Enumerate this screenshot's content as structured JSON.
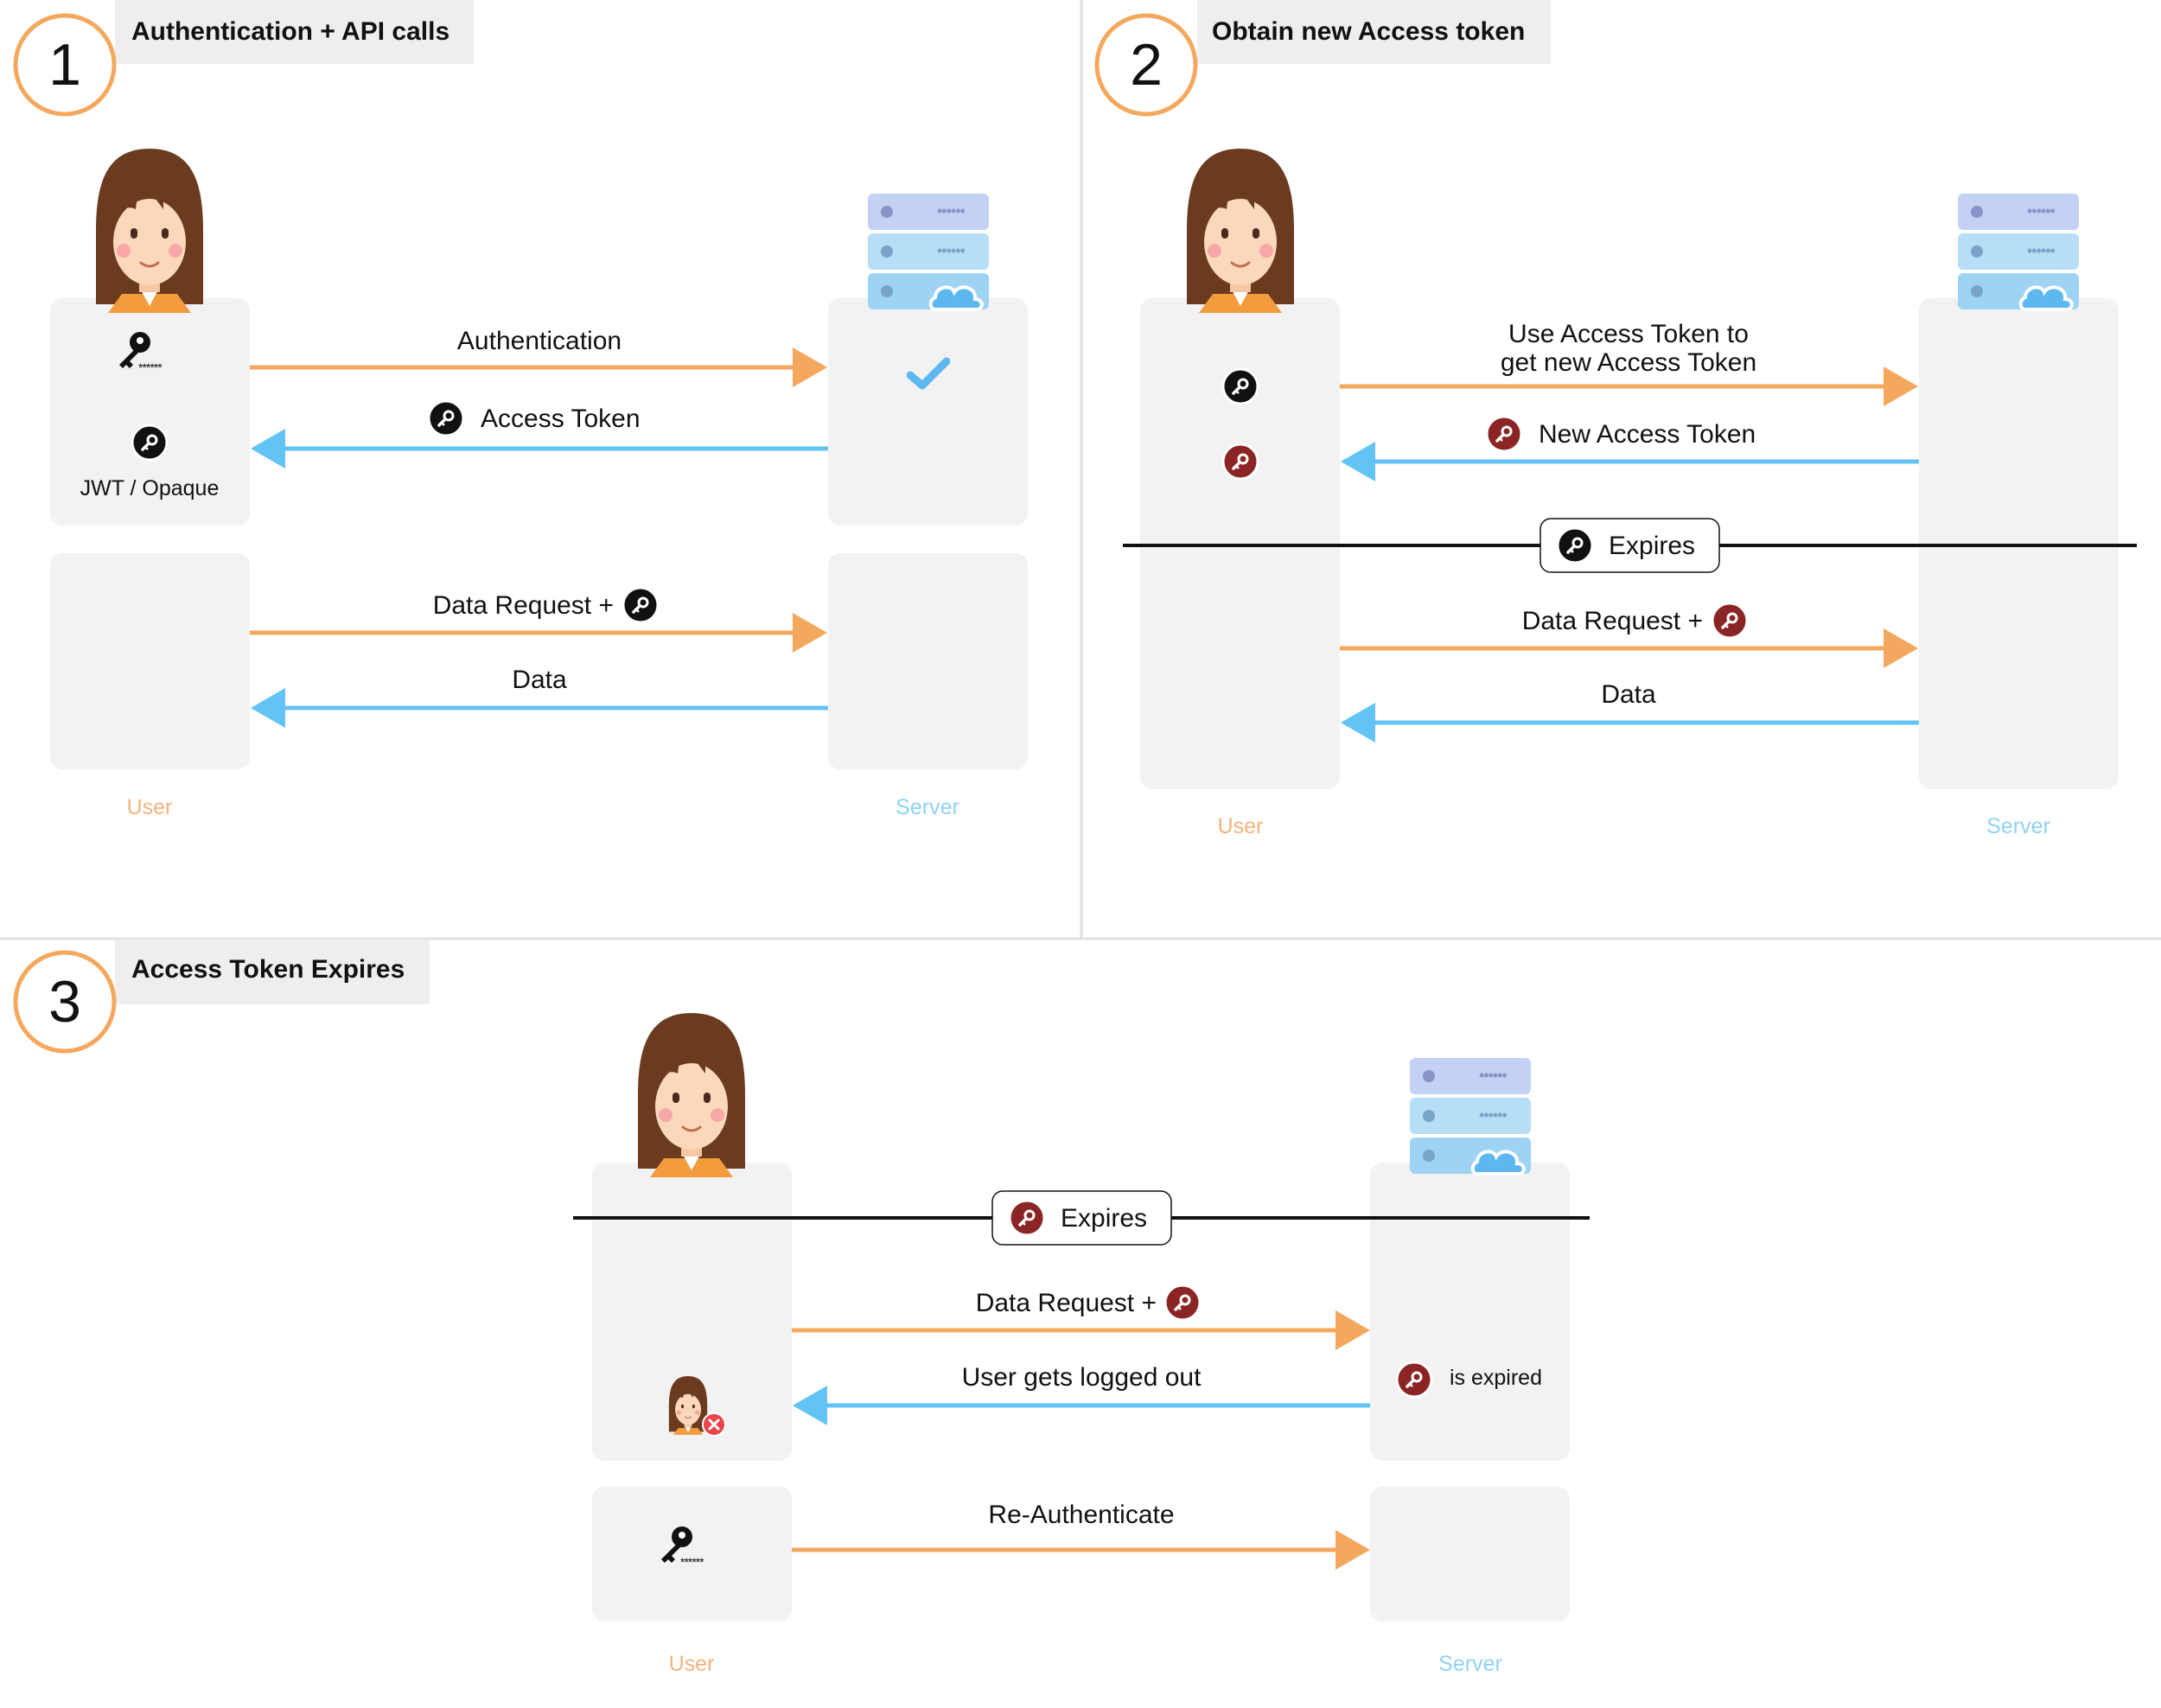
{
  "colors": {
    "request": "#f4a85e",
    "response": "#64c3f5",
    "lane": "#f2f2f2",
    "title_bg": "#eeeeee",
    "step_ring": "#f4a85e",
    "token_active": "#111111",
    "token_new": "#8b2525",
    "user_label": "#f4b27c",
    "server_label": "#8fd3f5",
    "divider": "#e0e0e0",
    "error_badge": "#e8454a"
  },
  "icons": [
    "woman-avatar-icon",
    "server-stack-icon",
    "cloud-icon",
    "key-password-icon",
    "token-icon",
    "checkmark-icon",
    "logout-x-icon"
  ],
  "section1": {
    "number": "1",
    "title": "Authentication + API calls",
    "token_type": "JWT / Opaque",
    "auth_label": "Authentication",
    "token_label": "Access Token",
    "data_request_label": "Data Request +",
    "data_label": "Data",
    "user_label": "User",
    "server_label": "Server"
  },
  "section2": {
    "number": "2",
    "title": "Obtain new Access token",
    "use_token_line1": "Use Access Token to",
    "use_token_line2": "get new Access Token",
    "new_token_label": "New Access Token",
    "expires_label": "Expires",
    "data_request_label": "Data Request +",
    "data_label": "Data",
    "user_label": "User",
    "server_label": "Server"
  },
  "section3": {
    "number": "3",
    "title": "Access Token Expires",
    "expires_label": "Expires",
    "data_request_label": "Data Request +",
    "logged_out_label": "User gets logged out",
    "is_expired_label": "is expired",
    "reauth_label": "Re-Authenticate",
    "user_label": "User",
    "server_label": "Server"
  }
}
